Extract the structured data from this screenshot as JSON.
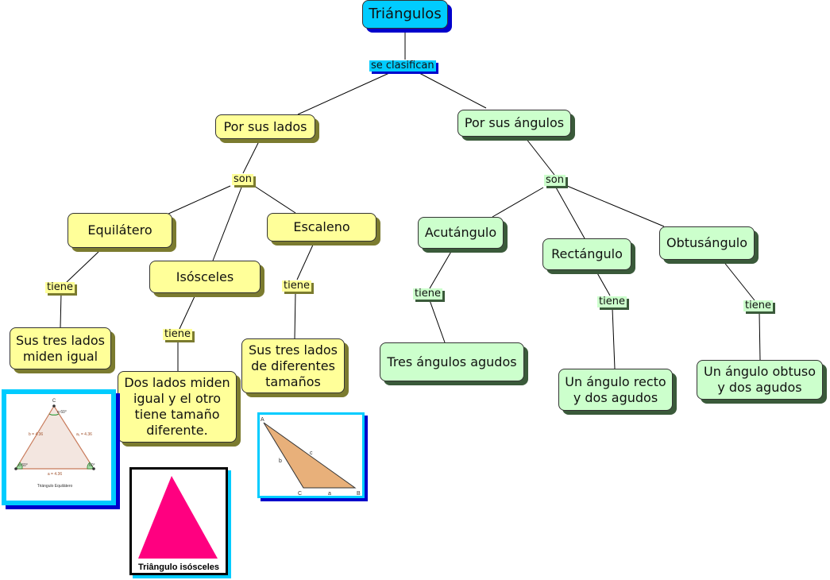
{
  "diagram": {
    "root": "Triángulos",
    "root_link": "se clasifican",
    "by_sides": {
      "title": "Por sus lados",
      "link": "son",
      "equilateral": {
        "name": "Equilátero",
        "link": "tiene",
        "desc": "Sus tres lados\nmiden igual"
      },
      "isosceles": {
        "name": "Isósceles",
        "link": "tiene",
        "desc": "Dos lados miden\nigual y el otro\ntiene  tamaño\ndiferente."
      },
      "scalene": {
        "name": "Escaleno",
        "link": "tiene",
        "desc": "Sus tres lados\nde diferentes\ntamaños"
      }
    },
    "by_angles": {
      "title": "Por sus ángulos",
      "link": "son",
      "acute": {
        "name": "Acutángulo",
        "link": "tiene",
        "desc": "Tres ángulos agudos"
      },
      "right": {
        "name": "Rectángulo",
        "link": "tiene",
        "desc": "Un ángulo recto\ny dos agudos"
      },
      "obtuse": {
        "name": "Obtusángulo",
        "link": "tiene",
        "desc": "Un ángulo obtuso\ny dos agudos"
      }
    }
  },
  "images": {
    "equilateral": {
      "caption": "Triángulo Equilátero",
      "vertex_c": "C",
      "angle_top": "α 60°",
      "angle_left": "α 60°",
      "angle_right": "60°",
      "side_left": "b = 4.36",
      "side_right": "a₁ = 4.36",
      "side_bottom": "a = 4.36"
    },
    "isosceles": {
      "caption": "Triângulo isósceles",
      "fill": "#ff0080"
    },
    "scalene": {
      "vertex_a": "A",
      "vertex_b": "B",
      "vertex_c": "C",
      "side_a": "a",
      "side_b": "b",
      "side_c": "c",
      "fill": "#e8b07a"
    }
  }
}
